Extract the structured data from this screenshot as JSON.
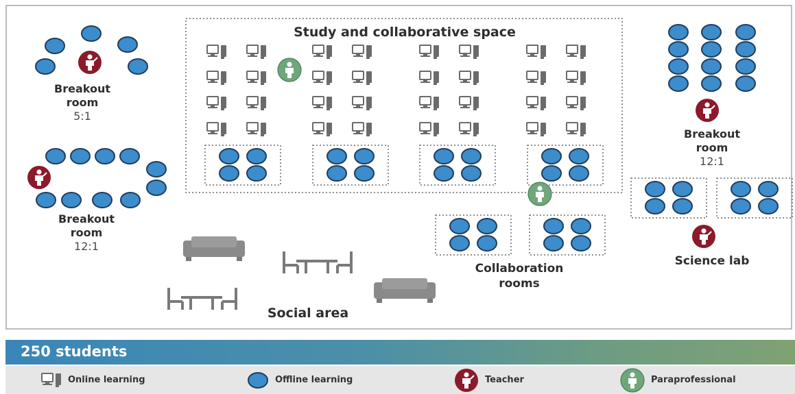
{
  "diagram": {
    "study_title": "Study and collaborative space",
    "breakout_tl": {
      "line1": "Breakout",
      "line2": "room",
      "ratio": "5:1"
    },
    "breakout_ml": {
      "line1": "Breakout",
      "line2": "room",
      "ratio": "12:1"
    },
    "breakout_r": {
      "line1": "Breakout",
      "line2": "room",
      "ratio": "12:1"
    },
    "collab": {
      "line1": "Collaboration",
      "line2": "rooms"
    },
    "science": "Science lab",
    "social": "Social area"
  },
  "banner": {
    "title": "250 students"
  },
  "legend": {
    "online": "Online learning",
    "offline": "Offline learning",
    "teacher": "Teacher",
    "para": "Paraprofessional"
  },
  "colors": {
    "student": "#3d8ccb",
    "teacher": "#8b1a2b",
    "para": "#6fa77a",
    "icon_gray": "#6b6b6b"
  }
}
